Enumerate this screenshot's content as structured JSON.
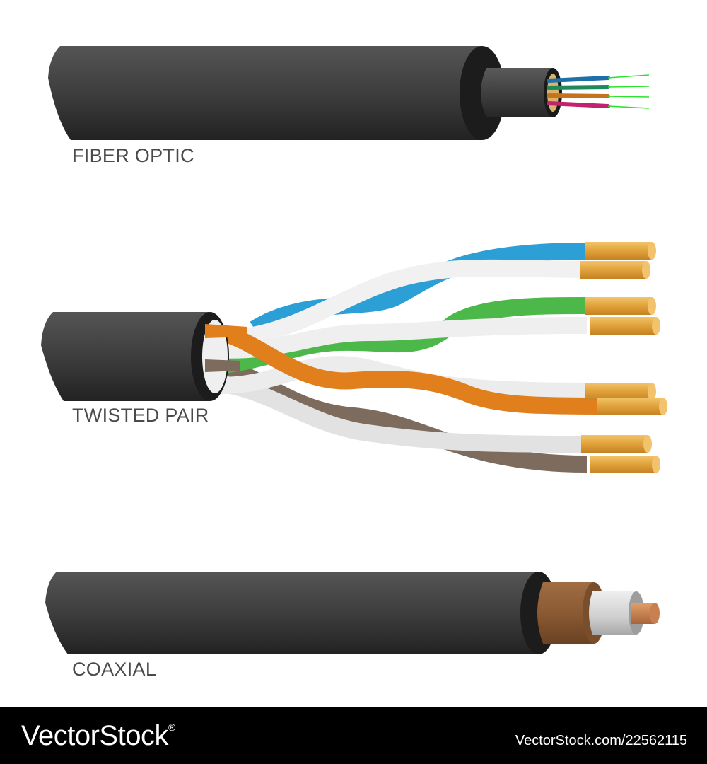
{
  "cables": {
    "fiber_optic": {
      "label": "FIBER OPTIC"
    },
    "twisted_pair": {
      "label": "TWISTED PAIR"
    },
    "coaxial": {
      "label": "COAXIAL"
    }
  },
  "footer": {
    "brand": "VectorStock",
    "registered_mark": "®",
    "image_id": "VectorStock.com/22562115"
  },
  "colors": {
    "jacket": "#3a3a3a",
    "fiber_light": "#2ee22e",
    "pair_blue": "#2b9fd6",
    "pair_green": "#4db84a",
    "pair_orange": "#e07f1c",
    "pair_brown": "#7d6b5d",
    "copper_tip": "#e6a53a",
    "coax_shield": "#8a5a33",
    "coax_insulator": "#d4d4d4"
  }
}
